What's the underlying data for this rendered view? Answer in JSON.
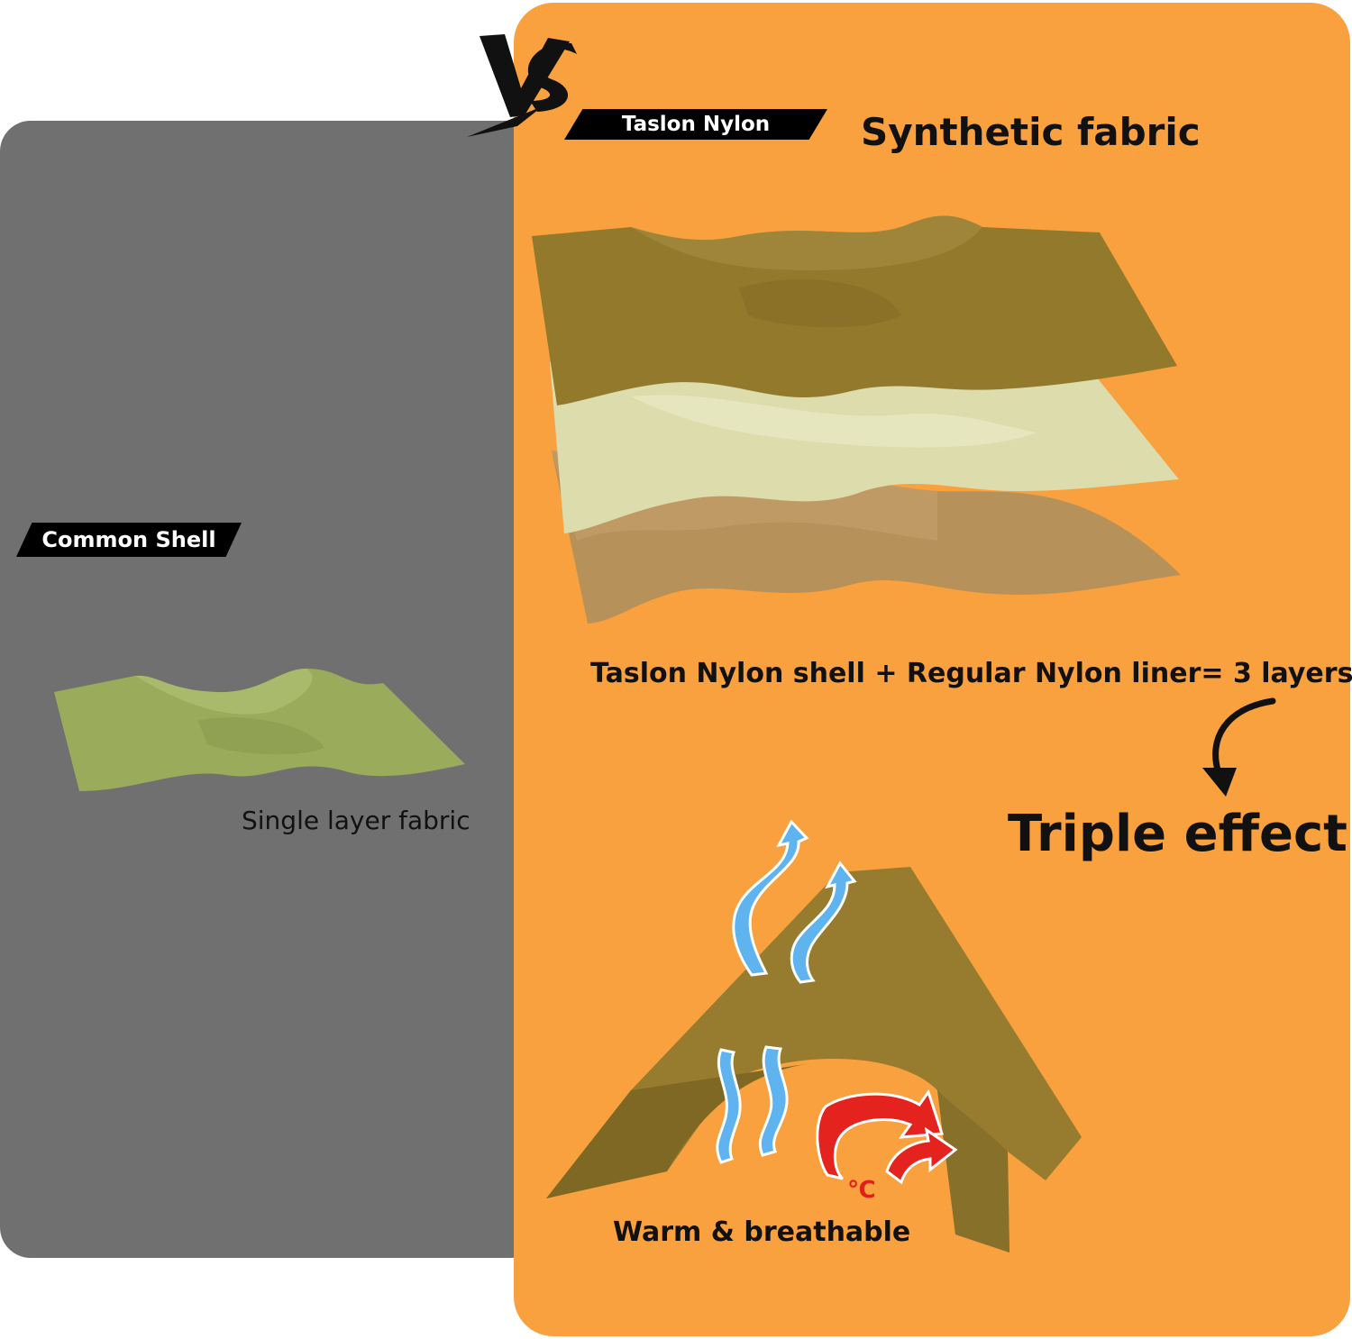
{
  "comparison": {
    "vs_label": "VS",
    "left": {
      "tag": "Common Shell",
      "caption": "Single layer fabric",
      "color": "#707070"
    },
    "right": {
      "tag": "Taslon Nylon",
      "title": "Synthetic fabric",
      "layers_caption": "Taslon Nylon shell + Regular Nylon liner= 3 layers",
      "headline": "Triple effect",
      "warm_caption": "Warm & breathable",
      "heat_unit": "℃",
      "color": "#f9a03f"
    }
  },
  "icons": [
    "vs-mark-icon",
    "curved-arrow-icon",
    "airflow-wave-icon",
    "heat-arrow-icon"
  ],
  "colors": {
    "single_layer_fabric": "#9aab5c",
    "outer_layer": "#93792c",
    "middle_layer": "#dcdcad",
    "inner_layer": "#b7915a",
    "tent_fabric": "#977c2f",
    "airflow": "#5fb4f0",
    "heat": "#e5231e"
  }
}
